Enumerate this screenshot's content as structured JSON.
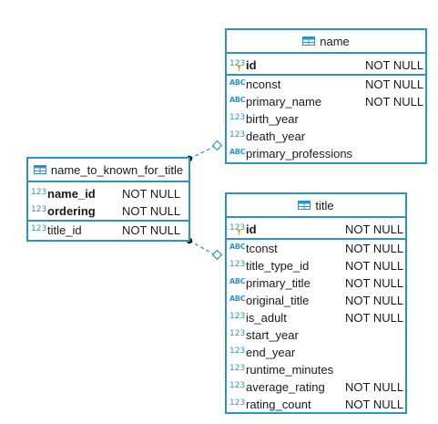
{
  "tables": {
    "name": {
      "title": "name",
      "pk": [
        {
          "name": "id",
          "type": "123",
          "null": "NOT NULL"
        }
      ],
      "cols": [
        {
          "name": "nconst",
          "type": "ABC",
          "null": "NOT NULL"
        },
        {
          "name": "primary_name",
          "type": "ABC",
          "null": "NOT NULL"
        },
        {
          "name": "birth_year",
          "type": "123",
          "null": ""
        },
        {
          "name": "death_year",
          "type": "123",
          "null": ""
        },
        {
          "name": "primary_professions",
          "type": "ABC",
          "null": ""
        }
      ]
    },
    "name_to_known_for_title": {
      "title": "name_to_known_for_title",
      "pk": [
        {
          "name": "name_id",
          "type": "123",
          "null": "NOT NULL"
        },
        {
          "name": "ordering",
          "type": "123",
          "null": "NOT NULL"
        }
      ],
      "cols": [
        {
          "name": "title_id",
          "type": "123",
          "null": "NOT NULL"
        }
      ]
    },
    "title": {
      "title": "title",
      "pk": [
        {
          "name": "id",
          "type": "123",
          "null": "NOT NULL"
        }
      ],
      "cols": [
        {
          "name": "tconst",
          "type": "ABC",
          "null": "NOT NULL"
        },
        {
          "name": "title_type_id",
          "type": "123",
          "null": "NOT NULL"
        },
        {
          "name": "primary_title",
          "type": "ABC",
          "null": "NOT NULL"
        },
        {
          "name": "original_title",
          "type": "ABC",
          "null": "NOT NULL"
        },
        {
          "name": "is_adult",
          "type": "123",
          "null": "NOT NULL"
        },
        {
          "name": "start_year",
          "type": "123",
          "null": ""
        },
        {
          "name": "end_year",
          "type": "123",
          "null": ""
        },
        {
          "name": "runtime_minutes",
          "type": "123",
          "null": ""
        },
        {
          "name": "average_rating",
          "type": "123",
          "null": "NOT NULL"
        },
        {
          "name": "rating_count",
          "type": "123",
          "null": "NOT NULL"
        }
      ]
    }
  },
  "colors": {
    "accent": "#2b93c9",
    "key": "#d9a400"
  }
}
